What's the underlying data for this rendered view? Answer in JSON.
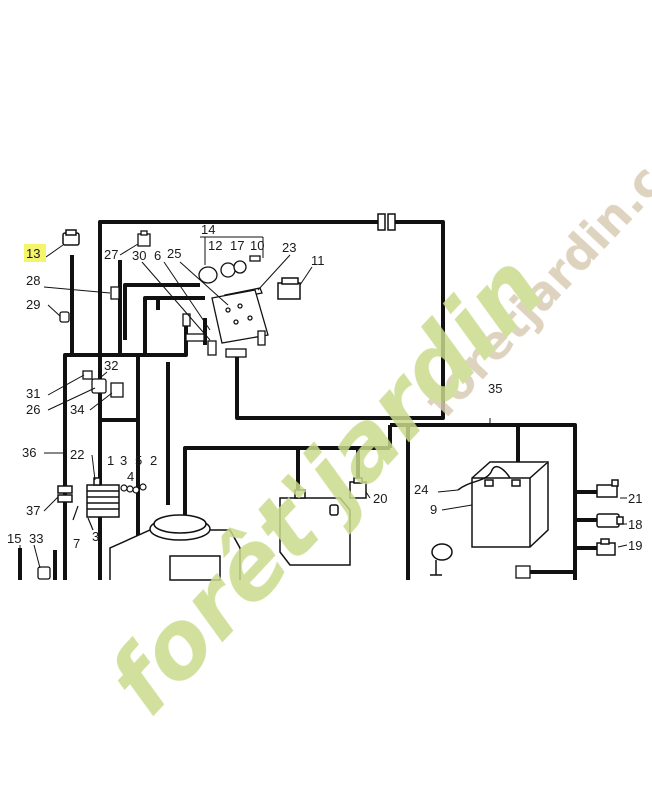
{
  "highlight_color": "#f4f56b",
  "watermark": {
    "domain_text": "foretjardin.com",
    "logo_text": "forêt'jardin",
    "colors": {
      "brand_green": "#c9dc8c",
      "accent_orange": "#f4b07a",
      "domain_tan": "#d9cbb3"
    }
  },
  "labels": {
    "p1": "1",
    "p2": "2",
    "p3": "3",
    "p3b": "3",
    "p4": "4",
    "p5": "5",
    "p6": "6",
    "p7": "7",
    "p9": "9",
    "p10": "10",
    "p11": "11",
    "p12": "12",
    "p13": "13",
    "p14": "14",
    "p15": "15",
    "p17": "17",
    "p18": "18",
    "p19": "19",
    "p20": "20",
    "p21": "21",
    "p22": "22",
    "p23": "23",
    "p24": "24",
    "p25": "25",
    "p26": "26",
    "p27": "27",
    "p28": "28",
    "p29": "29",
    "p30": "30",
    "p31": "31",
    "p32": "32",
    "p33": "33",
    "p34": "34",
    "p35": "35",
    "p36": "36",
    "p37": "37"
  },
  "highlighted_part": "13"
}
